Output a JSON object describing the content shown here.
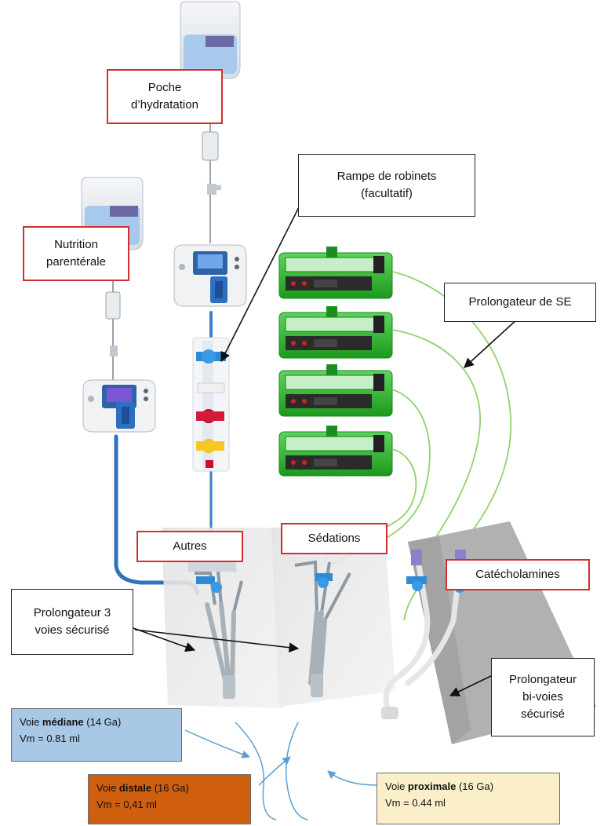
{
  "colors": {
    "label_border_red": "#d32f2f",
    "label_border_black": "#222222",
    "mediane_box": "#a8c8e6",
    "distale_box": "#cf5f0e",
    "proximale_box": "#fbefc9",
    "tubing_blue": "#3a7fc9",
    "tubing_green": "#8fd26d",
    "pump_green": "#2cb42c",
    "arrow_blue": "#5aa0d6"
  },
  "labels": {
    "poche": {
      "line1": "Poche",
      "line2": "d’hydratation"
    },
    "nutrition": {
      "line1": "Nutrition",
      "line2": "parentérale"
    },
    "rampe": {
      "line1": "Rampe de robinets",
      "line2": "(facultatif)"
    },
    "prolongateur_se": "Prolongateur de SE",
    "autres": "Autres",
    "sedations": "Sédations",
    "catecholamines": "Catécholamines",
    "prolongateur_3": {
      "line1": "Prolongateur 3",
      "line2": "voies sécurisé"
    },
    "prolongateur_bi": {
      "line1": "Prolongateur",
      "line2": "bi-voies",
      "line3": "sécurisé"
    }
  },
  "voies": {
    "mediane": {
      "prefix": "Voie ",
      "name": "médiane",
      "gauge": " (14 Ga)",
      "volume": "Vm = 0.81 ml"
    },
    "distale": {
      "prefix": "Voie ",
      "name": "distale",
      "gauge": " (16 Ga)",
      "volume": "Vm = 0,41 ml"
    },
    "proximale": {
      "prefix": "Voie ",
      "name": "proximale",
      "gauge": " (16 Ga)",
      "volume": "Vm = 0.44 ml"
    }
  },
  "icons": [
    "iv-bag-icon",
    "infusion-pump-icon",
    "syringe-pump-icon",
    "stopcock-manifold-icon",
    "extension-set-icon"
  ]
}
